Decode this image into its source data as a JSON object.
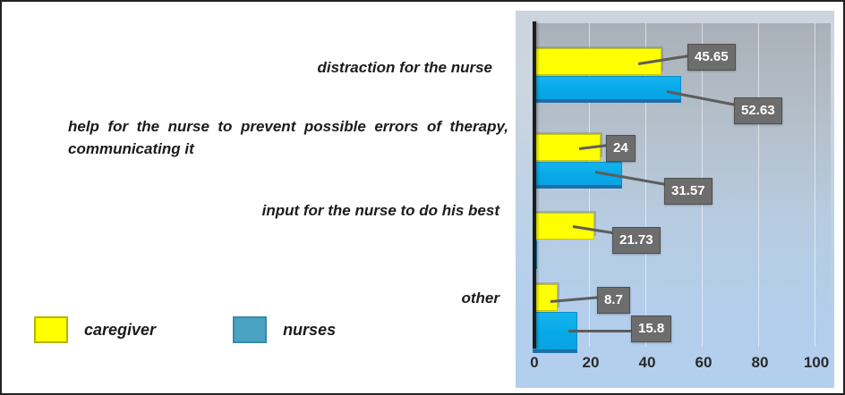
{
  "chart_data": {
    "type": "bar",
    "orientation": "horizontal",
    "title": "",
    "xlabel": "",
    "ylabel": "",
    "xlim": [
      0,
      100
    ],
    "xticks": [
      0,
      20,
      40,
      60,
      80,
      100
    ],
    "grid": true,
    "legend_position": "outside-left-bottom",
    "categories": [
      "distraction for the nurse",
      "help for the nurse to prevent possible errors of therapy, communicating it",
      "input for the nurse to do his best",
      "other"
    ],
    "series": [
      {
        "name": "caregiver",
        "color": "#ffff00",
        "values": [
          45.65,
          24,
          21.73,
          8.7
        ]
      },
      {
        "name": "nurses",
        "color": "#00aeef",
        "values": [
          52.63,
          31.57,
          0,
          15.8
        ]
      }
    ],
    "data_labels": [
      "45.65",
      "52.63",
      "24",
      "31.57",
      "21.73",
      "8.7",
      "15.8"
    ]
  },
  "categories": [
    {
      "label": "distraction for the nurse"
    },
    {
      "label": "help for the nurse to prevent possible errors of therapy, communicating it"
    },
    {
      "label": "input for the nurse to do his best"
    },
    {
      "label": "other"
    }
  ],
  "legend": {
    "items": [
      {
        "label": "caregiver",
        "color": "#ffff00"
      },
      {
        "label": "nurses",
        "color": "#4ba3c3"
      }
    ]
  },
  "axis": {
    "ticks": [
      "0",
      "20",
      "40",
      "60",
      "80",
      "100"
    ]
  },
  "labels": {
    "v_45_65": "45.65",
    "v_52_63": "52.63",
    "v_24": "24",
    "v_31_57": "31.57",
    "v_21_73": "21.73",
    "v_8_7": "8.7",
    "v_15_8": "15.8"
  },
  "colors": {
    "caregiver_bar": "#ffff00",
    "nurses_bar": "#00aeef",
    "callout_bg": "#6d6d6d",
    "panel_top": "#ccd4de",
    "panel_bottom": "#b2cfee"
  }
}
